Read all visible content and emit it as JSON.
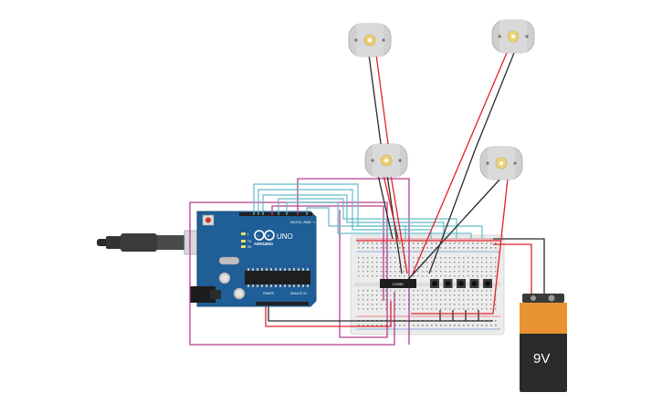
{
  "arduino": {
    "brand_label": "ARDUINO",
    "model_label": "UNO",
    "digital_header_label": "DIGITAL (PWM ~)",
    "power_header_label": "POWER",
    "analog_header_label": "ANALOG IN",
    "led_labels": [
      "L",
      "TX",
      "RX"
    ],
    "color": "#1f5e96"
  },
  "driver_chip": {
    "label": "L293D"
  },
  "battery": {
    "label": "9V",
    "terminal_minus": "-",
    "terminal_plus": "+"
  },
  "motors": {
    "count": 4
  },
  "push_buttons": {
    "count": 5
  },
  "colors": {
    "wire_red": "#e3202a",
    "wire_black": "#2a2a2a",
    "wire_cyan": "#63bcc8",
    "wire_magenta": "#b33e90",
    "battery_orange": "#e8932f",
    "battery_body": "#2b2b2b",
    "breadboard": "#eeeeee"
  }
}
